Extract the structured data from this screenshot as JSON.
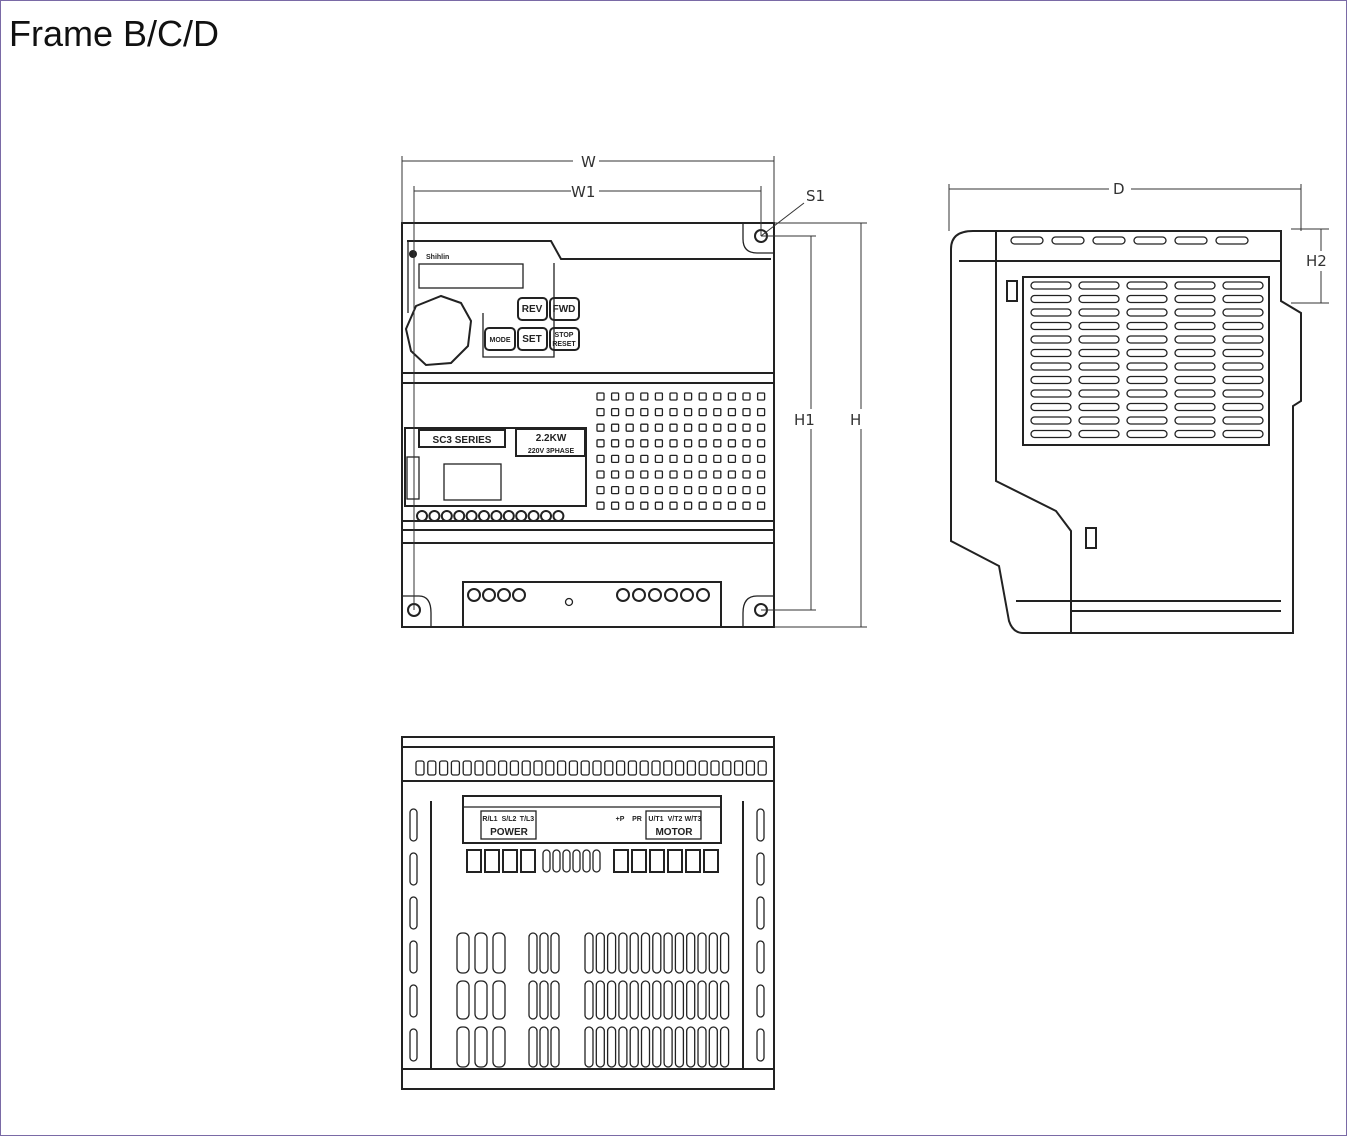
{
  "title": "Frame B/C/D",
  "dimensions": {
    "w": "W",
    "w1": "W1",
    "s1": "S1",
    "h1": "H1",
    "h": "H",
    "d": "D",
    "h2": "H2"
  },
  "front_panel": {
    "brand": "Shihlin",
    "keys": {
      "rev": "REV",
      "fwd": "FWD",
      "mode": "MODE",
      "set": "SET",
      "stop": "STOP",
      "reset": "RESET"
    },
    "series": "SC3 SERIES",
    "power_rating": "2.2KW",
    "voltage": "220V 3PHASE"
  },
  "terminals": {
    "power_label": "POWER",
    "motor_label": "MOTOR",
    "power_pins": [
      "R/L1",
      "S/L2",
      "T/L3"
    ],
    "motor_pins": [
      "+P",
      "PR",
      "U/T1",
      "V/T2",
      "W/T3"
    ]
  }
}
